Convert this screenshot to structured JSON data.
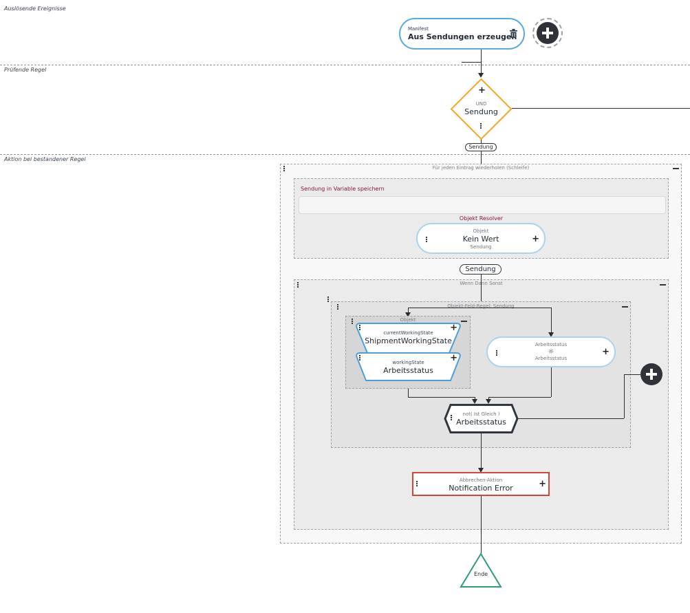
{
  "sections": {
    "triggers": "Auslösende Ereignisse",
    "check_rule": "Prüfende Regel",
    "action": "Aktion bei bestandener Regel"
  },
  "trigger_node": {
    "type": "Manifest",
    "title": "Aus Sendungen erzeugen"
  },
  "rule_node": {
    "type": "UND",
    "title": "Sendung",
    "output_tag": "Sendung"
  },
  "loop": {
    "title": "Für jeden Eintrag wiederholen (Schleife)",
    "variable_block": {
      "title": "Sendung in Variable speichern",
      "input_value": "",
      "resolver_label": "Objekt Resolver",
      "resolver_node": {
        "type": "Objekt",
        "title": "Kein Wert",
        "subtitle": "Sendung"
      }
    },
    "output_tag": "Sendung",
    "conditional": {
      "title": "Wenn Dann Sonst",
      "field_rule": {
        "title": "Objekt-Feld-Regel: Sendung",
        "object_group": {
          "title": "Objekt",
          "items": [
            {
              "field": "currentWorkingState",
              "title": "ShipmentWorkingState"
            },
            {
              "field": "workingState",
              "title": "Arbeitsstatus"
            }
          ]
        },
        "value_node": {
          "type": "Arbeitsstatus",
          "icon": "sun-icon",
          "icon_glyph": "☼",
          "subtitle": "Arbeitsstatus"
        },
        "compare_node": {
          "type": "not( Ist Gleich )",
          "title": "Arbeitsstatus"
        }
      },
      "abort_node": {
        "type": "Abbrechen-Aktion",
        "title": "Notification Error"
      }
    }
  },
  "end_node": {
    "label": "Ende"
  },
  "colors": {
    "trigger_border": "#5aa9dd",
    "rule_border": "#f5a623",
    "abort_border": "#d9433a",
    "end_border": "#2e9b72",
    "variable_title": "#8a1538"
  }
}
